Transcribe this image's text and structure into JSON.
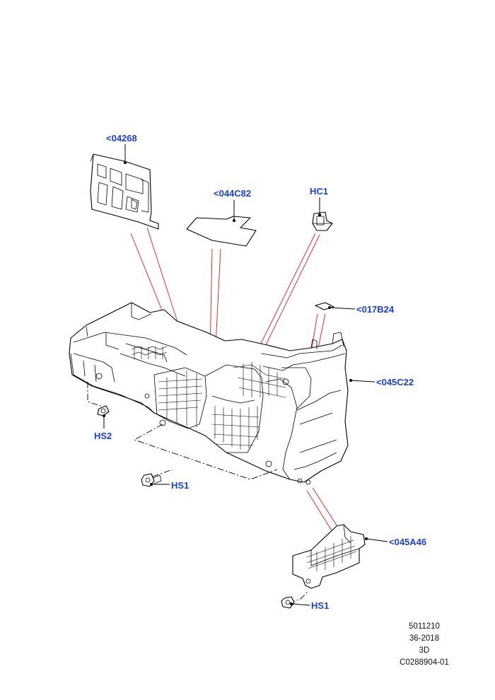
{
  "callouts": {
    "c04268": "<04268",
    "c044C82": "<044C82",
    "HC1": "HC1",
    "c017B24": "<017B24",
    "c045C22": "<045C22",
    "HS2": "HS2",
    "HS1_top": "HS1",
    "c045A46": "<045A46",
    "HS1_bottom": "HS1"
  },
  "reference": {
    "line1": "5011210",
    "line2": "36-2018",
    "line3": "3D",
    "line4": "C0288904-01"
  },
  "colors": {
    "callout_text": "#1a3fd6",
    "leader_red": "#e01b1b",
    "linework": "#000000"
  }
}
